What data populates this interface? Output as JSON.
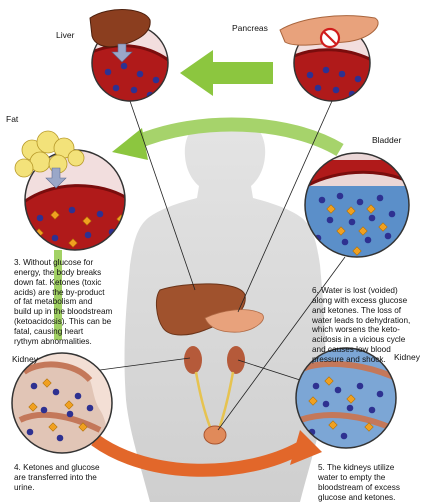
{
  "labels": {
    "liver": "Liver",
    "pancreas": "Pancreas",
    "fat": "Fat",
    "bladder": "Bladder",
    "kidney_left": "Kidney",
    "kidney_right": "Kidney"
  },
  "steps": {
    "step3": "3. Without glucose for\nenergy, the body breaks\ndown fat.  Ketones (toxic\nacids) are the by-product\nof fat metabolism and\nbuild up in the bloodstream\n(ketoacidosis). This can be\nfatal, causing heart\nrythym abnormalities.",
    "step4": "4. Ketones and glucose\nare transferred into the\nurine.",
    "step5": "5. The kidneys utilize\nwater to empty the\nbloodstream of excess\nglucose and ketones.",
    "step6": "6. Water is lost (voided)\nalong with excess glucose\nand ketones. The loss of\nwater leads to dehydration,\nwhich worsens the keto-\nacidosis in a vicious cycle\nand causes low blood\npressure and shock."
  },
  "colors": {
    "arrow_green": "#8cc63f",
    "arrow_orange": "#e2672a",
    "blood_red": "#b01a1a",
    "glucose_blue": "#2e3191",
    "ketone_orange": "#f0a020",
    "urine_blue": "#5b8fc9",
    "body_silhouette": "#d8d8d8"
  }
}
